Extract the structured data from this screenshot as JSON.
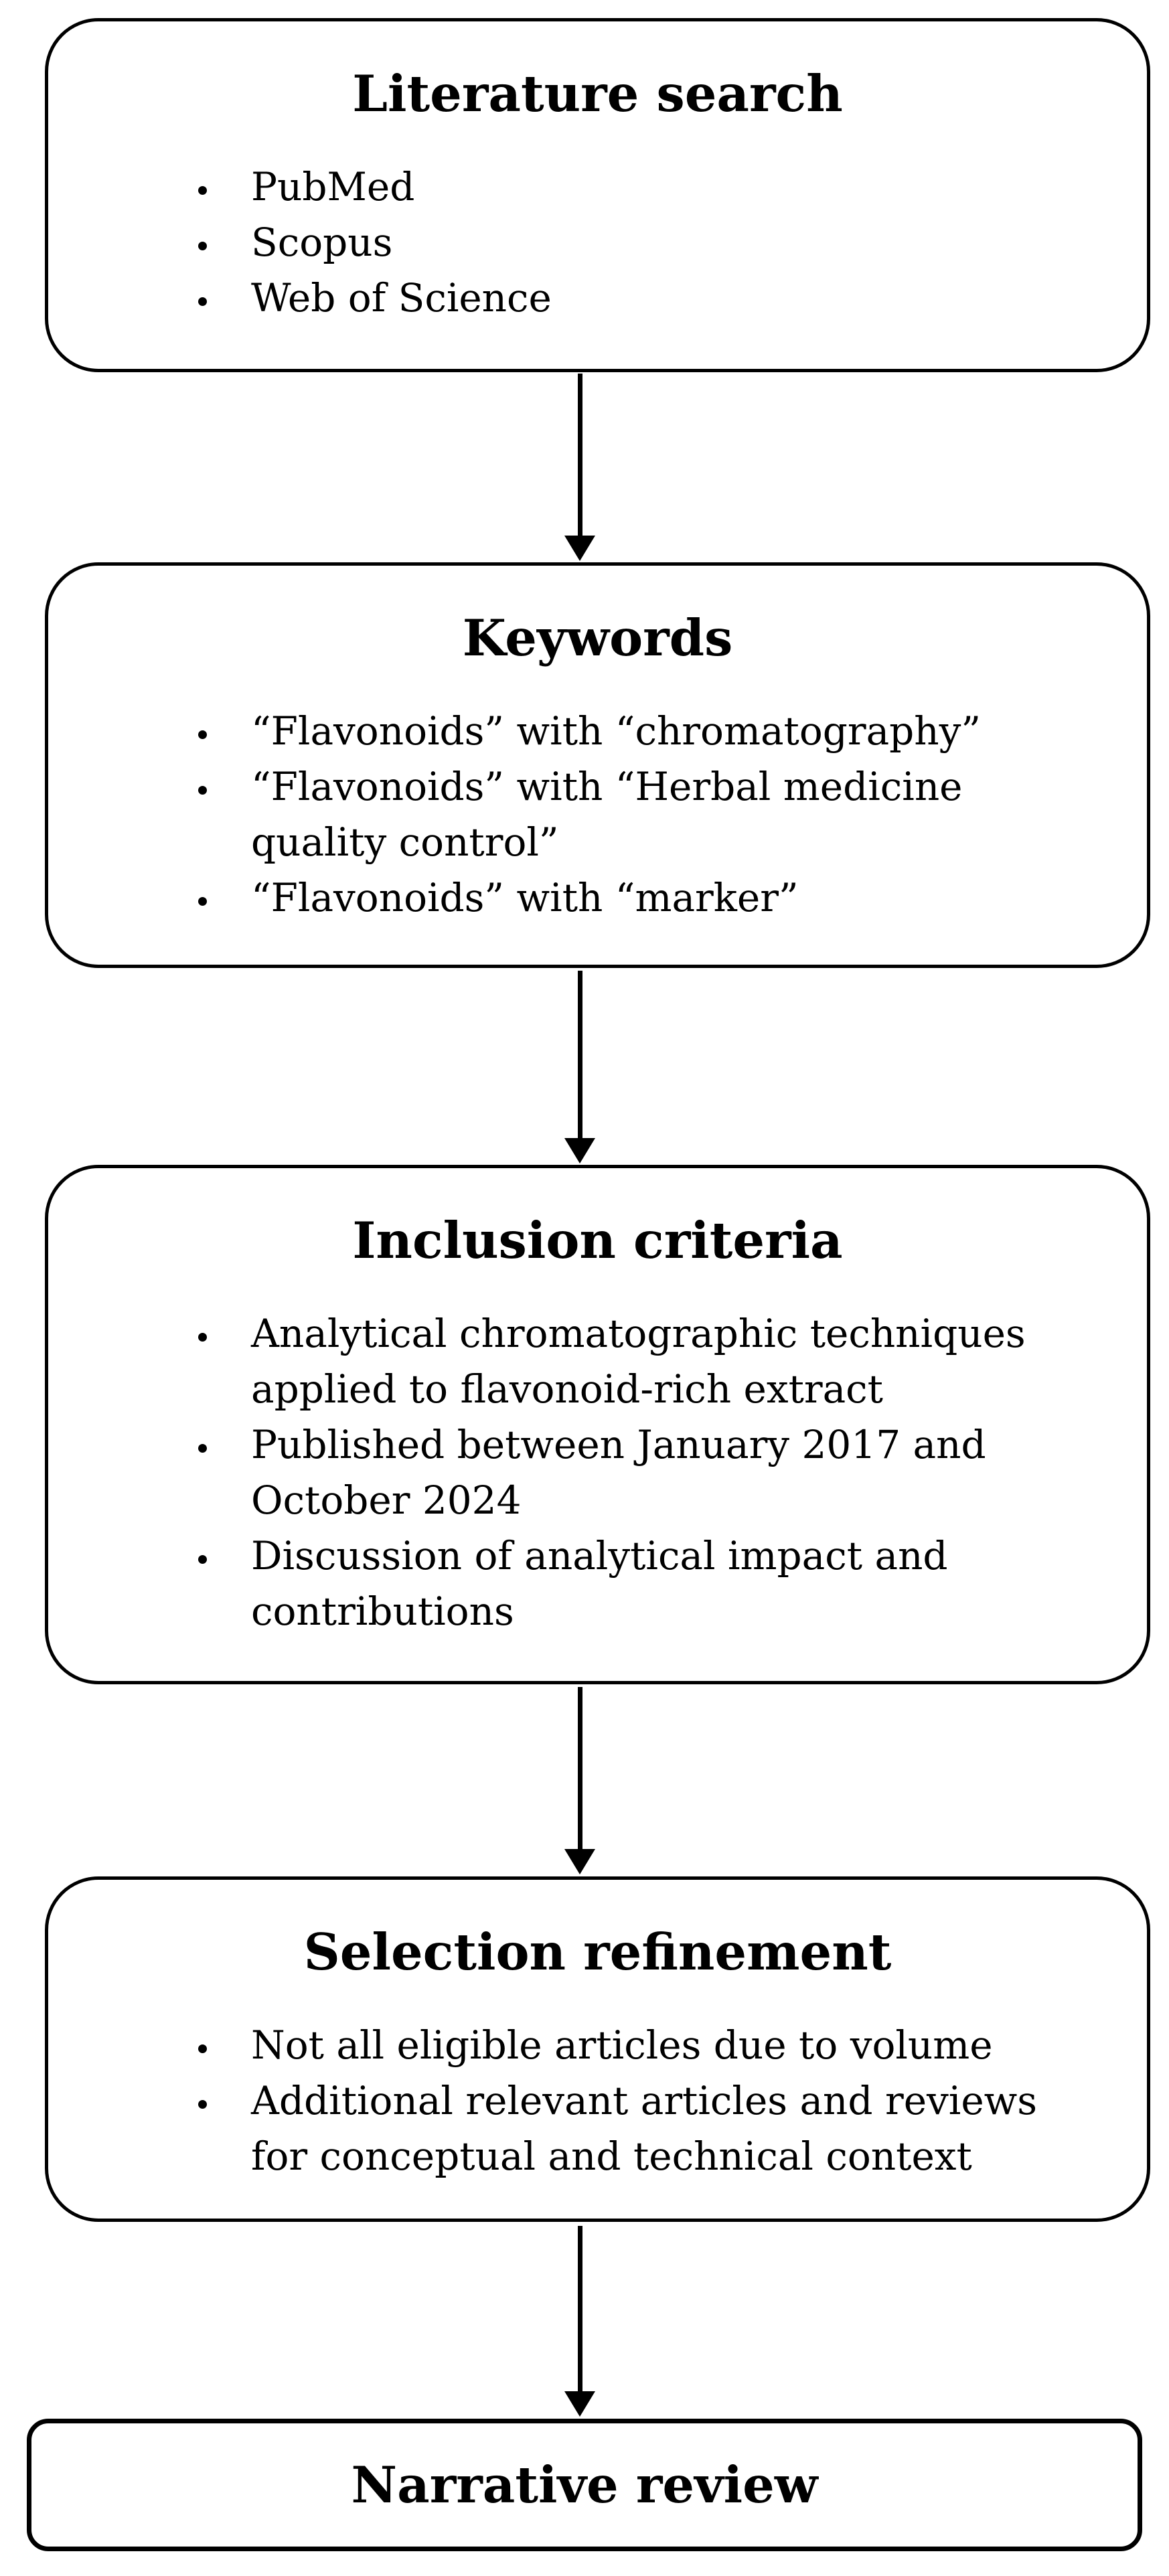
{
  "flowchart": {
    "colors": {
      "ink": "#000000",
      "background": "#ffffff"
    },
    "boxes": [
      {
        "id": "literature-search",
        "title": "Literature search",
        "bullets": [
          "PubMed",
          "Scopus",
          "Web of Science"
        ]
      },
      {
        "id": "keywords",
        "title": "Keywords",
        "bullets": [
          "“Flavonoids” with “chromatography”",
          "“Flavonoids” with “Herbal medicine\nquality control”",
          "“Flavonoids” with “marker”"
        ]
      },
      {
        "id": "inclusion-criteria",
        "title": "Inclusion criteria",
        "bullets": [
          "Analytical chromatographic techniques\napplied to flavonoid-rich extract",
          "Published between January 2017 and\nOctober 2024",
          "Discussion of analytical impact and\ncontributions"
        ]
      },
      {
        "id": "selection-refinement",
        "title": "Selection refinement",
        "bullets": [
          "Not all eligible articles due to volume",
          "Additional relevant articles and reviews\nfor conceptual and technical context"
        ]
      },
      {
        "id": "narrative-review",
        "title": "Narrative review",
        "bullets": []
      }
    ],
    "connections": [
      {
        "from": "Literature search",
        "to": "Keywords",
        "style": "arrow-down"
      },
      {
        "from": "Keywords",
        "to": "Inclusion criteria",
        "style": "arrow-down"
      },
      {
        "from": "Inclusion criteria",
        "to": "Selection refinement",
        "style": "arrow-down"
      },
      {
        "from": "Selection refinement",
        "to": "Narrative review",
        "style": "arrow-down"
      }
    ]
  }
}
